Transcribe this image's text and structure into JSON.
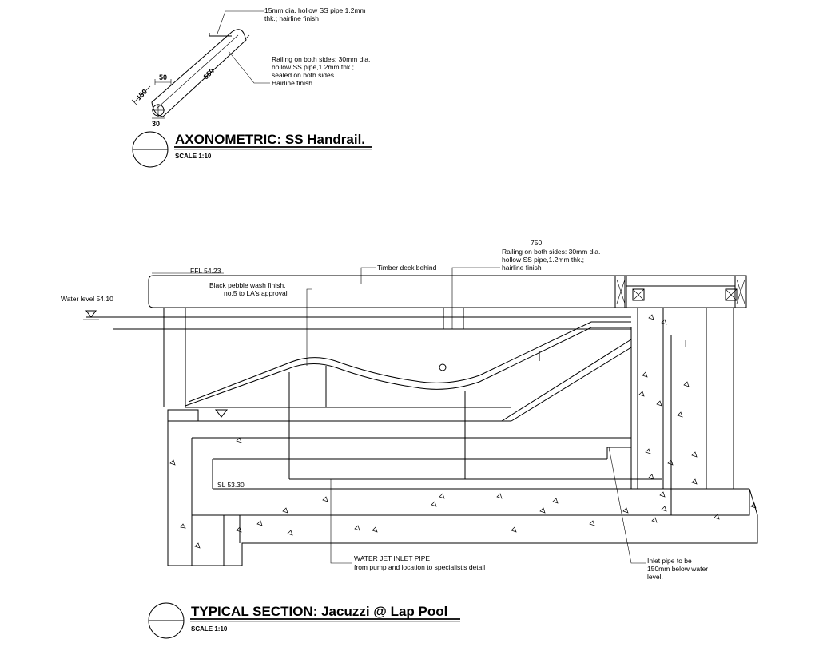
{
  "handrail_detail": {
    "note_pipe": [
      "15mm dia. hollow SS pipe,1.2mm",
      "thk.; hairline finish"
    ],
    "note_railing": [
      "Railing on both sides: 30mm dia.",
      "hollow SS pipe,1.2mm thk.;",
      "sealed on both sides.",
      "Hairline finish"
    ],
    "dim_50": "50",
    "dim_150": "150",
    "dim_650": "650",
    "dim_30": "30",
    "title": "AXONOMETRIC: SS Handrail.",
    "scale": "SCALE 1:10"
  },
  "section_detail": {
    "dim_750": "750",
    "note_railing": [
      "Railing on both sides: 30mm dia.",
      "hollow SS pipe,1.2mm thk.;",
      "hairline finish"
    ],
    "ffl": "FFL 54.23",
    "timber_deck": "Timber deck behind",
    "pebble": [
      "Black pebble wash finish,",
      "no.5 to LA's approval"
    ],
    "water_level": "Water level 54.10",
    "sl": "SL 53.30",
    "water_jet": [
      "WATER JET INLET PIPE",
      "from pump and location to specialist's detail"
    ],
    "inlet_pipe": [
      "Inlet pipe to be",
      "150mm below water",
      "level."
    ],
    "title": "TYPICAL SECTION: Jacuzzi @ Lap Pool",
    "scale": "SCALE 1:10"
  }
}
